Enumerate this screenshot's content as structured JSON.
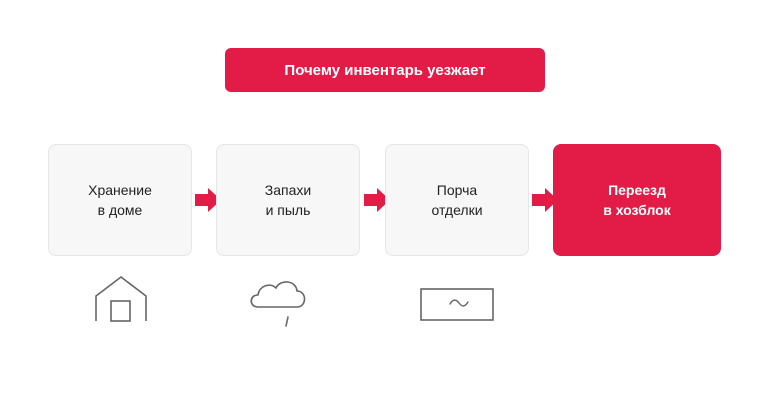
{
  "title": "Почему инвентарь уезжает",
  "colors": {
    "accent": "#e31b47",
    "box_fill": "#f7f7f7",
    "box_border": "#e6e6e6",
    "icon_stroke": "#666666"
  },
  "steps": [
    {
      "line1": "Хранение",
      "line2": "в доме",
      "icon": "house-icon"
    },
    {
      "line1": "Запахи",
      "line2": "и пыль",
      "icon": "cloud-rain-icon"
    },
    {
      "line1": "Порча",
      "line2": "отделки",
      "icon": "damaged-panel-icon"
    },
    {
      "line1": "Переезд",
      "line2": "в хозблок",
      "highlighted": true
    }
  ]
}
